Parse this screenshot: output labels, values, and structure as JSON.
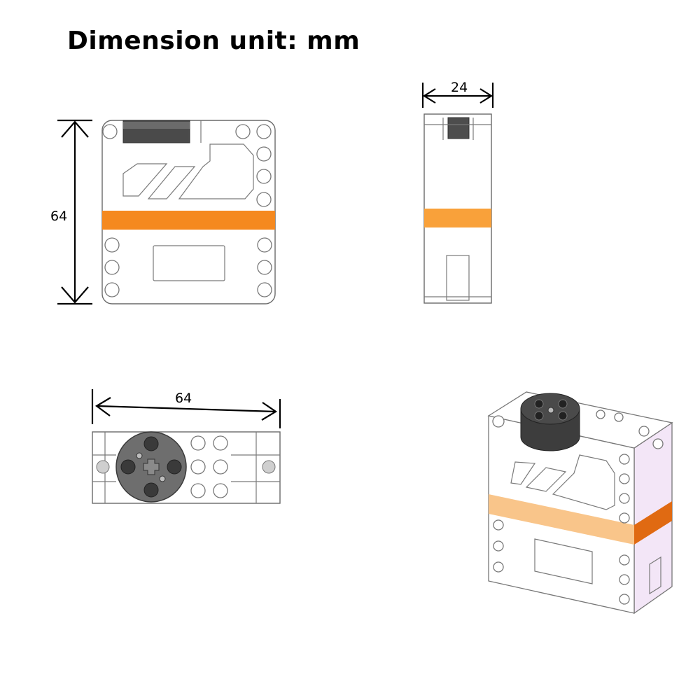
{
  "title": "Dimension unit: mm",
  "dimensions": {
    "front_height": "64",
    "side_width": "24",
    "top_width": "64"
  },
  "colors": {
    "stripe_orange": "#F5891F",
    "stripe_orange_light": "#F9A64A",
    "hub_dark": "#3a3a3a",
    "hub_grey": "#6e6e6e",
    "iso_side": "#F3E6F7"
  }
}
